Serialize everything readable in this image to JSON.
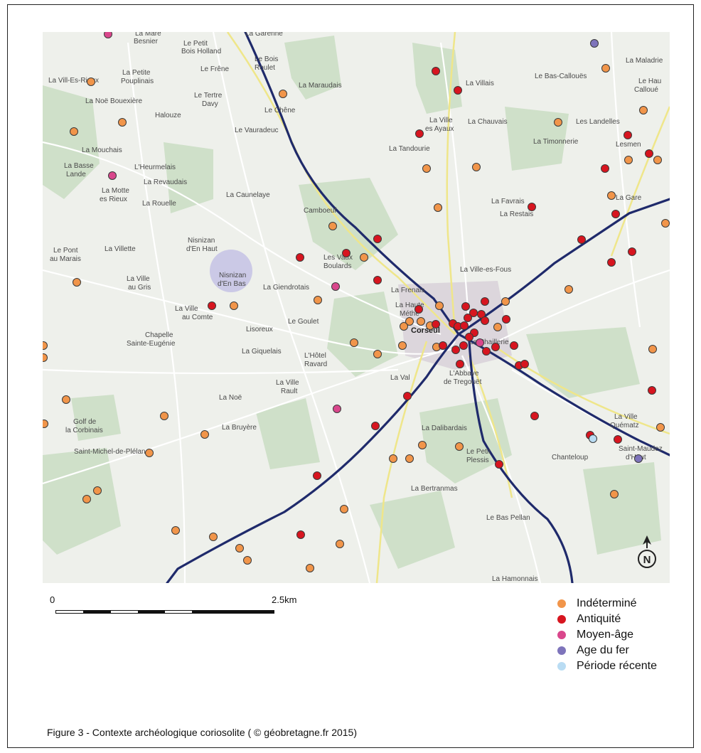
{
  "map": {
    "colors": {
      "background": "#eef0eb",
      "land": "#e4ebdd",
      "woods": "#c7dcc4",
      "minor_road": "#ffffff",
      "secondary_road": "#f2ea8a",
      "main_road": "#1f2a6b",
      "town": "#d9d2d8"
    },
    "place_labels": [
      "La Mare Besnier",
      "La Garenne",
      "Le Petit Bois Holland",
      "Le Bois Roulet",
      "La Vill-Es-Rieux",
      "La Petite Pouplinais",
      "Le Frêne",
      "Le Tertre Davy",
      "La Maraudais",
      "La Noë Bouexière",
      "Halouze",
      "Le Chêne",
      "Le Vauradeuc",
      "La Mouchais",
      "La Basse Lande",
      "L'Heurmelais",
      "La Revaudais",
      "La Motte es Rieux",
      "La Rouelle",
      "La Caunelaye",
      "Camboeuf",
      "Nisnizan d'En Haut",
      "Le Pont au Marais",
      "La Villette",
      "Nisnizan d'En Bas",
      "Les Vaux Boulards",
      "La Ville au Gris",
      "La Giendrotais",
      "La Ville au Comte",
      "Le Goulet",
      "Lisoreux",
      "Chapelle Sainte-Eugénie",
      "La Giquelais",
      "L'Hôtel Ravard",
      "La Ville Rault",
      "La Noë",
      "Golf de la Corbinais",
      "La Bruyère",
      "Saint-Michel-de-Plélan",
      "La Villais",
      "Le Bas-Callouës",
      "La Maladrie",
      "Le Haut Callouë",
      "La Ville es Ayaux",
      "La Chauvais",
      "Les Landelles",
      "La Tandourie",
      "La Timonnerie",
      "Lesmen",
      "La Favrais",
      "La Restais",
      "La Gare",
      "La Ville-es-Fous",
      "La Frenais",
      "La Haute Méthe",
      "Corseul",
      "La Chaillerie",
      "La Val",
      "L'Abbaye de Tregouët",
      "La Dalibardais",
      "La Ville Quématz",
      "Chanteloup",
      "Saint-Maudez d'Haut",
      "Le Petit Plessis",
      "La Bertranmas",
      "Le Bas Pellan",
      "La Hamonnais"
    ],
    "north_arrow_label": "N",
    "sites": [
      {
        "period": "moyen-age",
        "lon": 152,
        "lat": 48
      },
      {
        "period": "age-du-fer",
        "lon": 836,
        "lat": 61
      },
      {
        "period": "indetermine",
        "lon": 128,
        "lat": 115
      },
      {
        "period": "indetermine",
        "lon": 398,
        "lat": 132
      },
      {
        "period": "antiquite",
        "lon": 613,
        "lat": 100
      },
      {
        "period": "antiquite",
        "lon": 644,
        "lat": 127
      },
      {
        "period": "indetermine",
        "lon": 852,
        "lat": 96
      },
      {
        "period": "indetermine",
        "lon": 104,
        "lat": 185
      },
      {
        "period": "indetermine",
        "lon": 172,
        "lat": 172
      },
      {
        "period": "antiquite",
        "lon": 590,
        "lat": 188
      },
      {
        "period": "indetermine",
        "lon": 785,
        "lat": 172
      },
      {
        "period": "indetermine",
        "lon": 905,
        "lat": 155
      },
      {
        "period": "antiquite",
        "lon": 883,
        "lat": 190
      },
      {
        "period": "antiquite",
        "lon": 913,
        "lat": 216
      },
      {
        "period": "indetermine",
        "lon": 884,
        "lat": 225
      },
      {
        "period": "indetermine",
        "lon": 925,
        "lat": 225
      },
      {
        "period": "antiquite",
        "lon": 851,
        "lat": 237
      },
      {
        "period": "moyen-age",
        "lon": 158,
        "lat": 247
      },
      {
        "period": "indetermine",
        "lon": 600,
        "lat": 237
      },
      {
        "period": "indetermine",
        "lon": 670,
        "lat": 235
      },
      {
        "period": "indetermine",
        "lon": 860,
        "lat": 275
      },
      {
        "period": "antiquite",
        "lon": 866,
        "lat": 301
      },
      {
        "period": "indetermine",
        "lon": 936,
        "lat": 314
      },
      {
        "period": "indetermine",
        "lon": 616,
        "lat": 292
      },
      {
        "period": "antiquite",
        "lon": 748,
        "lat": 291
      },
      {
        "period": "indetermine",
        "lon": 468,
        "lat": 318
      },
      {
        "period": "antiquite",
        "lon": 531,
        "lat": 336
      },
      {
        "period": "antiquite",
        "lon": 818,
        "lat": 337
      },
      {
        "period": "antiquite",
        "lon": 889,
        "lat": 354
      },
      {
        "period": "antiquite",
        "lon": 860,
        "lat": 369
      },
      {
        "period": "antiquite",
        "lon": 422,
        "lat": 362
      },
      {
        "period": "antiquite",
        "lon": 487,
        "lat": 356
      },
      {
        "period": "indetermine",
        "lon": 512,
        "lat": 362
      },
      {
        "period": "indetermine",
        "lon": 108,
        "lat": 397
      },
      {
        "period": "moyen-age",
        "lon": 472,
        "lat": 403
      },
      {
        "period": "antiquite",
        "lon": 531,
        "lat": 394
      },
      {
        "period": "indetermine",
        "lon": 800,
        "lat": 407
      },
      {
        "period": "indetermine",
        "lon": 447,
        "lat": 422
      },
      {
        "period": "antiquite",
        "lon": 298,
        "lat": 430
      },
      {
        "period": "indetermine",
        "lon": 329,
        "lat": 430
      },
      {
        "period": "antiquite",
        "lon": 589,
        "lat": 435
      },
      {
        "period": "indetermine",
        "lon": 618,
        "lat": 430
      },
      {
        "period": "antiquite",
        "lon": 655,
        "lat": 431
      },
      {
        "period": "antiquite",
        "lon": 682,
        "lat": 424
      },
      {
        "period": "indetermine",
        "lon": 711,
        "lat": 424
      },
      {
        "period": "antiquite",
        "lon": 666,
        "lat": 440
      },
      {
        "period": "antiquite",
        "lon": 677,
        "lat": 442
      },
      {
        "period": "antiquite",
        "lon": 658,
        "lat": 447
      },
      {
        "period": "antiquite",
        "lon": 682,
        "lat": 451
      },
      {
        "period": "antiquite",
        "lon": 712,
        "lat": 449
      },
      {
        "period": "indetermine",
        "lon": 576,
        "lat": 452
      },
      {
        "period": "indetermine",
        "lon": 592,
        "lat": 452
      },
      {
        "period": "indetermine",
        "lon": 568,
        "lat": 459
      },
      {
        "period": "indetermine",
        "lon": 605,
        "lat": 458
      },
      {
        "period": "antiquite",
        "lon": 613,
        "lat": 456
      },
      {
        "period": "antiquite",
        "lon": 637,
        "lat": 455
      },
      {
        "period": "antiquite",
        "lon": 644,
        "lat": 459
      },
      {
        "period": "antiquite",
        "lon": 653,
        "lat": 458
      },
      {
        "period": "indetermine",
        "lon": 700,
        "lat": 460
      },
      {
        "period": "antiquite",
        "lon": 667,
        "lat": 468
      },
      {
        "period": "antiquite",
        "lon": 660,
        "lat": 474
      },
      {
        "period": "moyen-age",
        "lon": 675,
        "lat": 482
      },
      {
        "period": "indetermine",
        "lon": 498,
        "lat": 482
      },
      {
        "period": "indetermine",
        "lon": 566,
        "lat": 486
      },
      {
        "period": "indetermine",
        "lon": 614,
        "lat": 488
      },
      {
        "period": "antiquite",
        "lon": 623,
        "lat": 486
      },
      {
        "period": "antiquite",
        "lon": 641,
        "lat": 492
      },
      {
        "period": "antiquite",
        "lon": 652,
        "lat": 486
      },
      {
        "period": "antiquite",
        "lon": 684,
        "lat": 494
      },
      {
        "period": "antiquite",
        "lon": 697,
        "lat": 488
      },
      {
        "period": "antiquite",
        "lon": 723,
        "lat": 486
      },
      {
        "period": "indetermine",
        "lon": 531,
        "lat": 498
      },
      {
        "period": "indetermine",
        "lon": 918,
        "lat": 491
      },
      {
        "period": "antiquite",
        "lon": 647,
        "lat": 512
      },
      {
        "period": "antiquite",
        "lon": 730,
        "lat": 514
      },
      {
        "period": "antiquite",
        "lon": 738,
        "lat": 512
      },
      {
        "period": "indetermine",
        "lon": 93,
        "lat": 562
      },
      {
        "period": "antiquite",
        "lon": 573,
        "lat": 557
      },
      {
        "period": "antiquite",
        "lon": 917,
        "lat": 549
      },
      {
        "period": "moyen-age",
        "lon": 474,
        "lat": 575
      },
      {
        "period": "indetermine",
        "lon": 231,
        "lat": 585
      },
      {
        "period": "antiquite",
        "lon": 752,
        "lat": 585
      },
      {
        "period": "antiquite",
        "lon": 528,
        "lat": 599
      },
      {
        "period": "indetermine",
        "lon": 288,
        "lat": 611
      },
      {
        "period": "indetermine",
        "lon": 929,
        "lat": 601
      },
      {
        "period": "antiquite",
        "lon": 830,
        "lat": 612
      },
      {
        "period": "periode-recente",
        "lon": 834,
        "lat": 617
      },
      {
        "period": "antiquite",
        "lon": 869,
        "lat": 618
      },
      {
        "period": "indetermine",
        "lon": 210,
        "lat": 637
      },
      {
        "period": "indetermine",
        "lon": 594,
        "lat": 626
      },
      {
        "period": "indetermine",
        "lon": 646,
        "lat": 628
      },
      {
        "period": "indetermine",
        "lon": 553,
        "lat": 645
      },
      {
        "period": "indetermine",
        "lon": 576,
        "lat": 645
      },
      {
        "period": "age-du-fer",
        "lon": 898,
        "lat": 645
      },
      {
        "period": "antiquite",
        "lon": 702,
        "lat": 653
      },
      {
        "period": "antiquite",
        "lon": 446,
        "lat": 669
      },
      {
        "period": "indetermine",
        "lon": 137,
        "lat": 690
      },
      {
        "period": "indetermine",
        "lon": 122,
        "lat": 702
      },
      {
        "period": "indetermine",
        "lon": 864,
        "lat": 695
      },
      {
        "period": "indetermine",
        "lon": 484,
        "lat": 716
      },
      {
        "period": "indetermine",
        "lon": 247,
        "lat": 746
      },
      {
        "period": "indetermine",
        "lon": 300,
        "lat": 755
      },
      {
        "period": "antiquite",
        "lon": 423,
        "lat": 752
      },
      {
        "period": "indetermine",
        "lon": 478,
        "lat": 765
      },
      {
        "period": "indetermine",
        "lon": 337,
        "lat": 771
      },
      {
        "period": "indetermine",
        "lon": 348,
        "lat": 788
      },
      {
        "period": "indetermine",
        "lon": 436,
        "lat": 799
      },
      {
        "period": "indetermine",
        "lon": 61,
        "lat": 486
      },
      {
        "period": "indetermine",
        "lon": 61,
        "lat": 503
      },
      {
        "period": "indetermine",
        "lon": 62,
        "lat": 596
      }
    ]
  },
  "scale": {
    "left_label": "0",
    "right_label": "2.5km"
  },
  "legend": {
    "items": [
      {
        "label": "Indéterminé",
        "color": "#f1954a"
      },
      {
        "label": "Antiquité",
        "color": "#d7151f"
      },
      {
        "label": "Moyen-âge",
        "color": "#d9478c"
      },
      {
        "label": "Age du fer",
        "color": "#7e74bb"
      },
      {
        "label": "Période récente",
        "color": "#b9dcf3"
      }
    ]
  },
  "caption": "Figure 3 - Contexte archéologique coriosolite ( © géobretagne.fr 2015)"
}
